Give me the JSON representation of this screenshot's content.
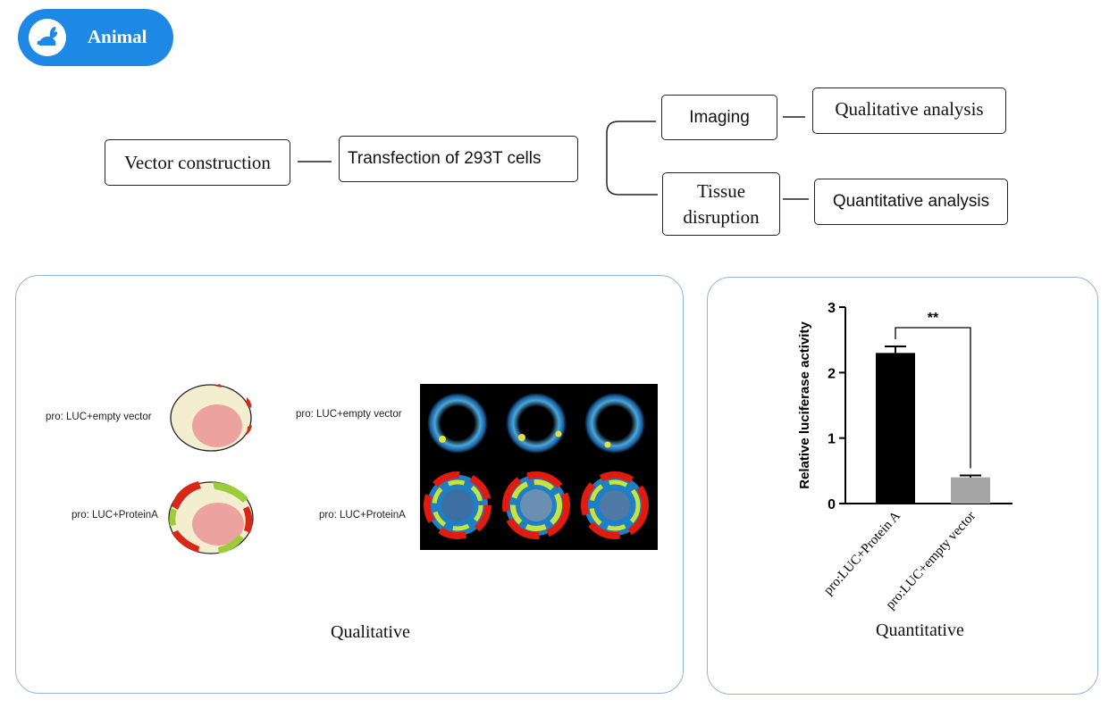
{
  "header": {
    "label": "Animal",
    "icon": "rabbit-icon"
  },
  "flow": {
    "vector_construction": "Vector construction",
    "transfection": "Transfection of 293T cells",
    "imaging": "Imaging",
    "tissue_disruption": "Tissue disruption",
    "qualitative_analysis": "Qualitative analysis",
    "quantitative_analysis": "Quantitative analysis"
  },
  "qualitative": {
    "caption": "Qualitative",
    "label_empty_schematic": "pro: LUC+empty vector",
    "label_protein_schematic": "pro: LUC+ProteinA",
    "label_empty_imaging": "pro: LUC+empty vector",
    "label_protein_imaging": "pro: LUC+ProteinA"
  },
  "quantitative": {
    "caption": "Quantitative"
  },
  "colors": {
    "accent": "#1e88e5",
    "panel_border": "#8fb4e3",
    "bar_1": "#000000",
    "bar_2": "#a6a6a6"
  },
  "chart_data": {
    "type": "bar",
    "categories": [
      "pro:LUC+Protein A",
      "pro:LUC+empty vector"
    ],
    "values": [
      2.3,
      0.4
    ],
    "errors": [
      0.1,
      0.03
    ],
    "ylabel": "Relative luciferase activity",
    "ylim": [
      0,
      3
    ],
    "yticks": [
      "0",
      "1",
      "2",
      "3"
    ],
    "significance": "**"
  }
}
